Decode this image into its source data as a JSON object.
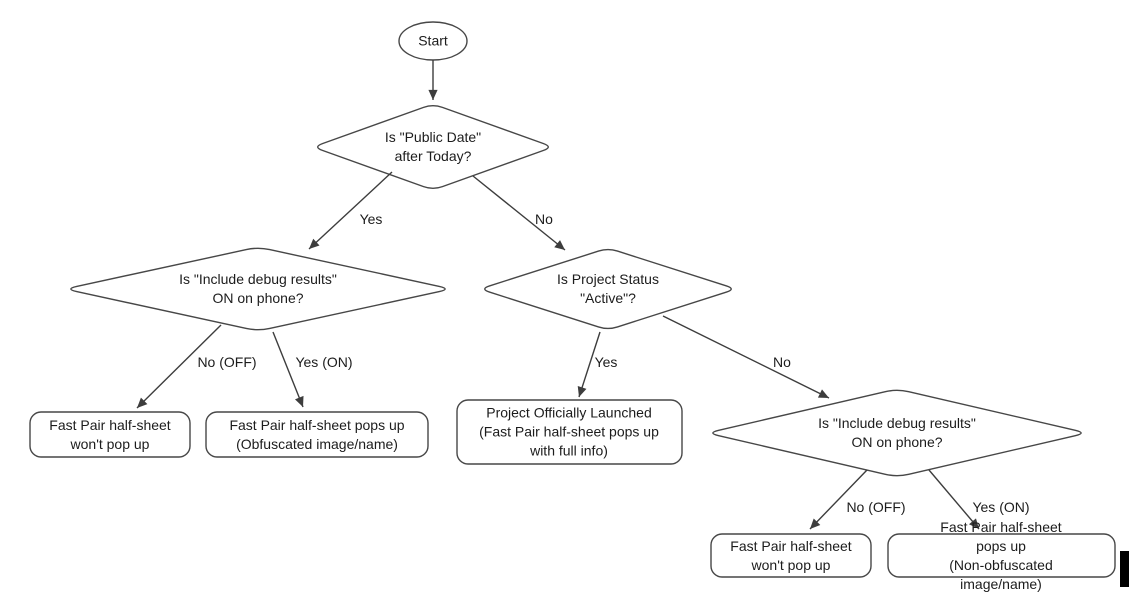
{
  "flowchart": {
    "start": {
      "label": "Start"
    },
    "decisions": {
      "public_date": {
        "label": "Is \"Public Date\"\nafter Today?"
      },
      "debug_left": {
        "label": "Is \"Include debug results\"\nON on phone?"
      },
      "project_status": {
        "label": "Is Project Status\n\"Active\"?"
      },
      "debug_right": {
        "label": "Is \"Include debug results\"\nON on phone?"
      }
    },
    "outcomes": {
      "no_popup_left": {
        "label": "Fast Pair half-sheet\nwon't pop up"
      },
      "obfuscated": {
        "label": "Fast Pair half-sheet pops up\n(Obfuscated image/name)"
      },
      "launched": {
        "label": "Project Officially Launched\n(Fast Pair half-sheet pops up\nwith full info)"
      },
      "no_popup_right": {
        "label": "Fast Pair half-sheet\nwon't pop up"
      },
      "non_obfuscated": {
        "label": "Fast Pair half-sheet pops up\n(Non-obfuscated image/name)"
      }
    },
    "edge_labels": {
      "yes_top": "Yes",
      "no_top": "No",
      "no_off_left": "No (OFF)",
      "yes_on_left": "Yes (ON)",
      "yes_mid": "Yes",
      "no_mid": "No",
      "no_off_right": "No (OFF)",
      "yes_on_right": "Yes (ON)"
    },
    "colors": {
      "stroke": "#474747",
      "text": "#1c1c1c",
      "background": "#ffffff",
      "cursor_bar": "#000000"
    }
  }
}
